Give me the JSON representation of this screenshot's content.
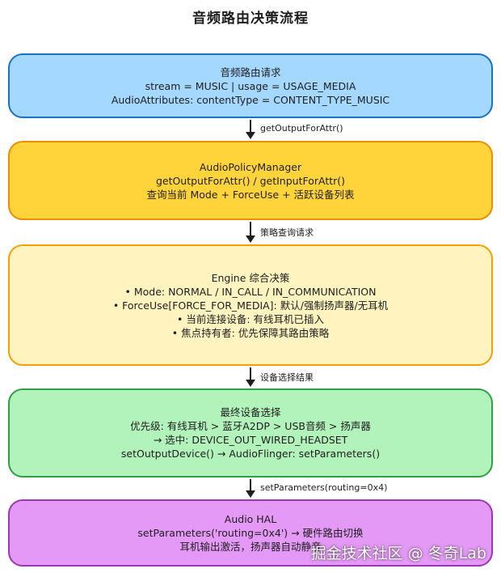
{
  "title": "音频路由决策流程",
  "boxes": {
    "request": {
      "lines": [
        "音频路由请求",
        "stream = MUSIC  |  usage = USAGE_MEDIA",
        "AudioAttributes: contentType = CONTENT_TYPE_MUSIC"
      ]
    },
    "policy": {
      "lines": [
        "AudioPolicyManager",
        "getOutputForAttr() / getInputForAttr()",
        "查询当前 Mode + ForceUse + 活跃设备列表"
      ]
    },
    "engine": {
      "lines": [
        "Engine 综合决策",
        "• Mode: NORMAL / IN_CALL / IN_COMMUNICATION",
        "• ForceUse[FORCE_FOR_MEDIA]: 默认/强制扬声器/无耳机",
        "• 当前连接设备: 有线耳机已插入",
        "• 焦点持有者: 优先保障其路由策略"
      ]
    },
    "device": {
      "lines": [
        "最终设备选择",
        "优先级: 有线耳机 > 蓝牙A2DP > USB音频 > 扬声器",
        "→ 选中: DEVICE_OUT_WIRED_HEADSET",
        "setOutputDevice() → AudioFlinger: setParameters()"
      ]
    },
    "hal": {
      "lines": [
        "Audio HAL",
        "setParameters('routing=0x4') → 硬件路由切换",
        "耳机输出激活，扬声器自动静音"
      ]
    }
  },
  "arrows": [
    "getOutputForAttr()",
    "策略查询请求",
    "设备选择结果",
    "setParameters(routing=0x4)"
  ],
  "watermark": "掘金技术社区 @ 冬奇Lab",
  "colors": {
    "request_fill": "#a5d8ff",
    "policy_fill": "#ffd43b",
    "engine_fill": "#fff3bf",
    "device_fill": "#b2f2bb",
    "hal_fill": "#e599f7"
  }
}
